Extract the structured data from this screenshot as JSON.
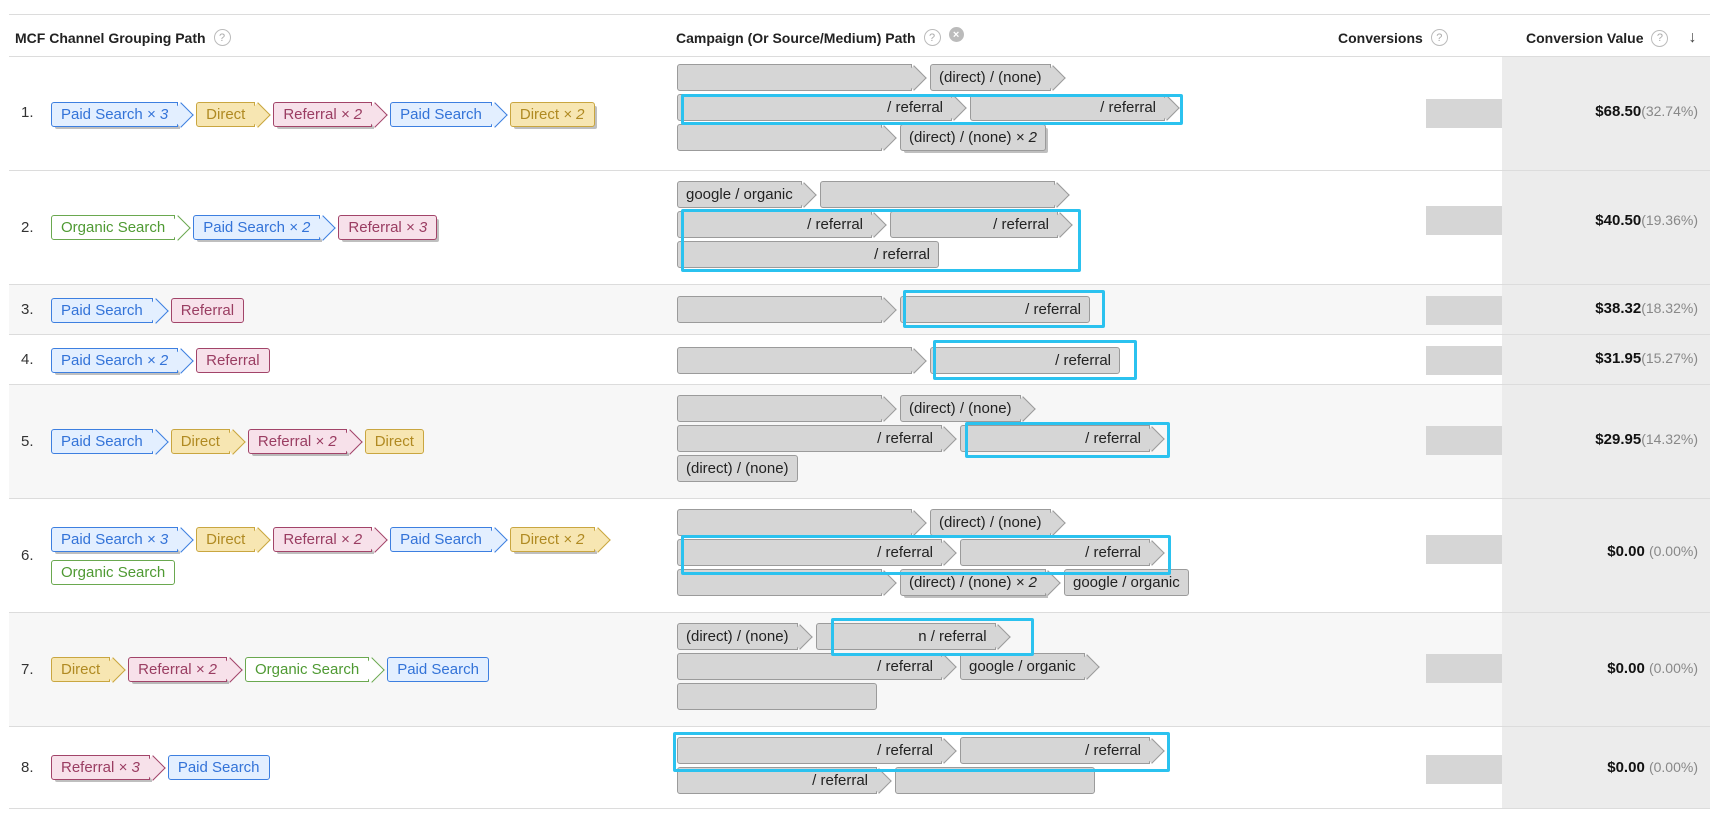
{
  "header": {
    "path_col": "MCF Channel Grouping Path",
    "campaign_col": "Campaign (Or Source/Medium) Path",
    "conversions_col": "Conversions",
    "value_col": "Conversion Value",
    "help_glyph": "?",
    "close_glyph": "×",
    "sort_glyph": "↓"
  },
  "rows": [
    {
      "num": "1.",
      "value": "$68.50",
      "pct": "(32.74%)",
      "chips": [
        "Paid Search",
        "× 3",
        "Direct",
        "Referral",
        "× 2",
        "Paid Search",
        "Direct",
        "× 2"
      ],
      "camp": [
        "(direct) / (none)",
        "/ referral",
        "/ referral",
        "(direct) / (none)",
        "× 2"
      ]
    },
    {
      "num": "2.",
      "value": "$40.50",
      "pct": "(19.36%)",
      "chips": [
        "Organic Search",
        "Paid Search",
        "× 2",
        "Referral",
        "× 3"
      ],
      "camp": [
        "google / organic",
        "/ referral",
        "/ referral",
        "/ referral"
      ]
    },
    {
      "num": "3.",
      "value": "$38.32",
      "pct": "(18.32%)",
      "chips": [
        "Paid Search",
        "Referral"
      ],
      "camp": [
        "/ referral"
      ]
    },
    {
      "num": "4.",
      "value": "$31.95",
      "pct": "(15.27%)",
      "chips": [
        "Paid Search",
        "× 2",
        "Referral"
      ],
      "camp": [
        "/ referral"
      ]
    },
    {
      "num": "5.",
      "value": "$29.95",
      "pct": "(14.32%)",
      "chips": [
        "Paid Search",
        "Direct",
        "Referral",
        "× 2",
        "Direct"
      ],
      "camp": [
        "(direct) / (none)",
        "/ referral",
        "/ referral",
        "(direct) / (none)"
      ]
    },
    {
      "num": "6.",
      "value": "$0.00",
      "pct": "(0.00%)",
      "chips": [
        "Paid Search",
        "× 3",
        "Direct",
        "Referral",
        "× 2",
        "Paid Search",
        "Direct",
        "× 2",
        "Organic Search"
      ],
      "camp": [
        "(direct) / (none)",
        "/ referral",
        "/ referral",
        "(direct) / (none)",
        "× 2",
        "google / organic"
      ]
    },
    {
      "num": "7.",
      "value": "$0.00",
      "pct": "(0.00%)",
      "chips": [
        "Direct",
        "Referral",
        "× 2",
        "Organic Search",
        "Paid Search"
      ],
      "camp": [
        "(direct) / (none)",
        "n / referral",
        "/ referral",
        "google / organic"
      ]
    },
    {
      "num": "8.",
      "value": "$0.00",
      "pct": "(0.00%)",
      "chips": [
        "Referral",
        "× 3",
        "Paid Search"
      ],
      "camp": [
        "/ referral",
        "/ referral",
        "/ referral"
      ]
    }
  ],
  "colors": {
    "paid": "#3d7fe0",
    "direct": "#c9a640",
    "referral": "#a24469",
    "organic": "#6aa84f",
    "highlight": "#2bc2ef"
  }
}
